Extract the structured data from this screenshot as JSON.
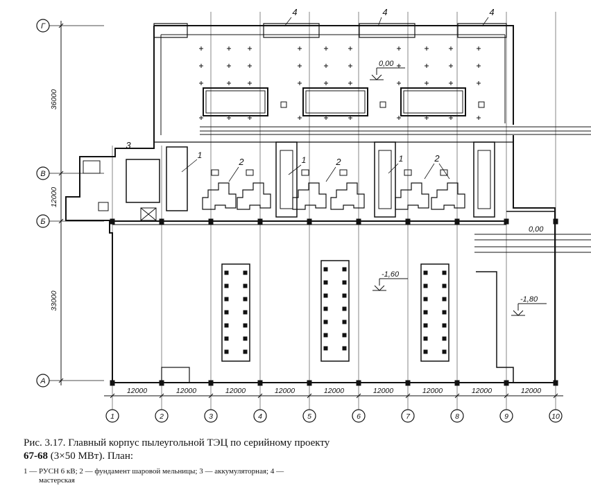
{
  "axes_letters": [
    "Г",
    "В",
    "Б",
    "А"
  ],
  "axes_numbers": [
    "1",
    "2",
    "3",
    "4",
    "5",
    "6",
    "7",
    "8",
    "9",
    "10"
  ],
  "spans_horizontal": [
    "12000",
    "12000",
    "12000",
    "12000",
    "12000",
    "12000",
    "12000",
    "12000",
    "12000"
  ],
  "spans_vertical": [
    "36000",
    "12000",
    "33000"
  ],
  "callouts": {
    "workshop": "4",
    "rusn": "1",
    "mill_foundation": "2",
    "battery": "3"
  },
  "elevations": {
    "zero_top": "0,00",
    "zero_right": "0,00",
    "minus_160_center": "-1,60",
    "minus_180_right": "-1,80"
  },
  "caption": {
    "line1": "Рис. 3.17. Главный корпус пылеугольной ТЭЦ по серийному проекту",
    "line2_bold": "67-68",
    "line2_rest": "(3×50 МВт). План:",
    "legend_line1": "1 — РУСН 6 кВ; 2 — фундамент шаровой мельницы; 3 — аккумуляторная; 4 —",
    "legend_line2": "мастерская"
  }
}
